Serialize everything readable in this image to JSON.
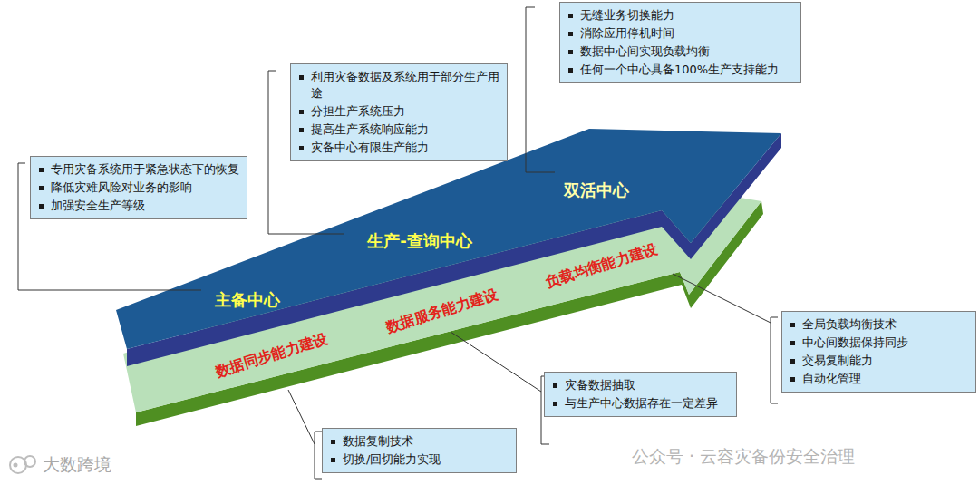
{
  "diagram": {
    "nodes": [
      {
        "text": [
          "专用灾备系统用于紧急状态下的恢复",
          "降低灾难风险对业务的影响",
          "加强安全生产等级"
        ]
      },
      {
        "text": [
          "利用灾备数据及系统用于部分生产用途",
          "分担生产系统压力",
          "提高生产系统响应能力",
          "灾备中心有限生产能力"
        ]
      },
      {
        "text": [
          "无缝业务切换能力",
          "消除应用停机时间",
          "数据中心间实现负载均衡",
          "任何一个中心具备100%生产支持能力"
        ]
      },
      {
        "text": [
          "数据复制技术",
          "切换/回切能力实现"
        ]
      },
      {
        "text": [
          "灾备数据抽取",
          "与生产中心数据存在一定差异"
        ]
      },
      {
        "text": [
          "全局负载均衡技术",
          "中心间数据保持同步",
          "交易复制能力",
          "自动化管理"
        ]
      }
    ],
    "labels": [
      "主备中心",
      "生产-查询中心",
      "双活中心",
      "数据同步能力建设",
      "数据服务能力建设",
      "负载均衡能力建设",
      "大数跨境",
      "公众号 · 云容灾备份安全治理"
    ]
  }
}
